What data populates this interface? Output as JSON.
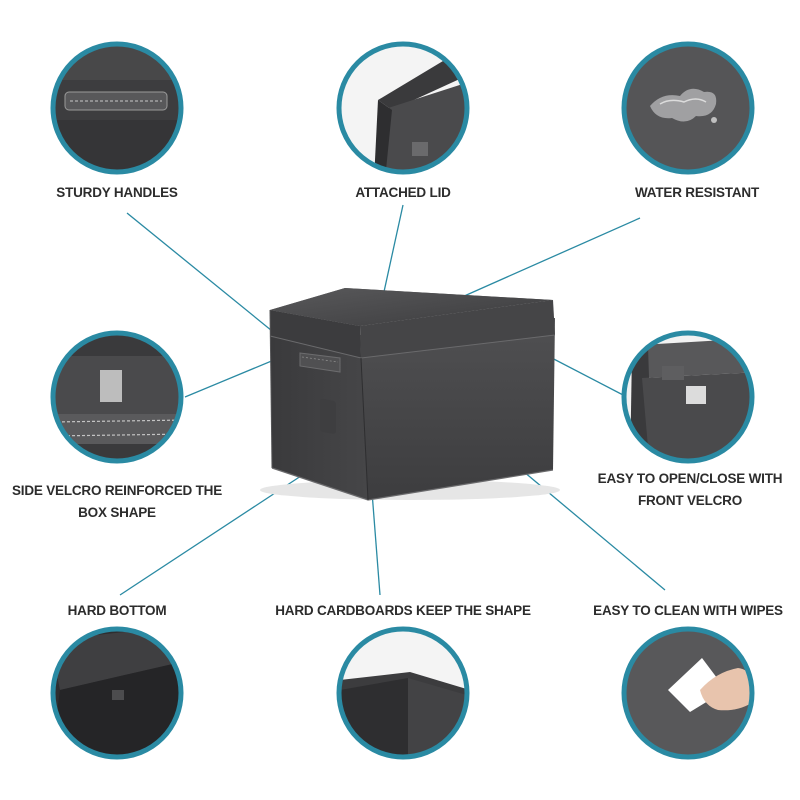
{
  "colors": {
    "accent": "#2a8aa3",
    "fabric": "#4a4a4c",
    "fabric_dark": "#2f2f31",
    "label_text": "#2c2c2c",
    "background": "#ffffff"
  },
  "features": [
    {
      "id": "sturdy-handles",
      "label": "STURDY HANDLES"
    },
    {
      "id": "attached-lid",
      "label": "ATTACHED LID"
    },
    {
      "id": "water-resistant",
      "label": "WATER RESISTANT"
    },
    {
      "id": "side-velcro",
      "label_line1": "SIDE VELCRO REINFORCED THE",
      "label_line2": "BOX SHAPE"
    },
    {
      "id": "front-velcro",
      "label_line1": "EASY TO OPEN/CLOSE WITH",
      "label_line2": "FRONT VELCRO"
    },
    {
      "id": "hard-bottom",
      "label": "HARD BOTTOM"
    },
    {
      "id": "hard-cardboards",
      "label": "HARD CARDBOARDS KEEP THE SHAPE"
    },
    {
      "id": "easy-clean",
      "label": "EASY TO CLEAN WITH WIPES"
    }
  ]
}
